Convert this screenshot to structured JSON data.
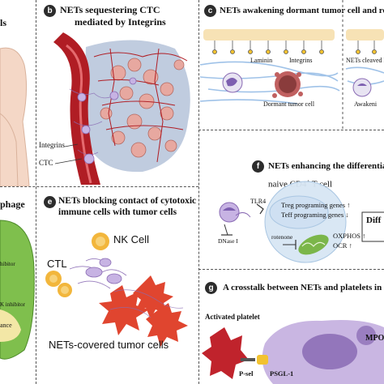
{
  "panels": {
    "a": {
      "title_fragment": "ls"
    },
    "b": {
      "badge": "b",
      "title_line1": "NETs sequestering CTC",
      "title_line2": "mediated by Integrins",
      "label_integrins": "Integrins",
      "label_ctc": "CTC"
    },
    "c": {
      "badge": "c",
      "title": "NETs awakening dormant tumor cell and res",
      "label_laminin": "Laminin",
      "label_integrins": "Integrins",
      "label_dormant": "Dormant tumor cell",
      "label_cleaved": "NETs cleaved L",
      "label_awakening": "Awakeni"
    },
    "d": {
      "title_fragment": "phage",
      "label_inhibitor_1": "hibitor",
      "label_inhibitor_2": "K inhibitor",
      "label_ance": "ance"
    },
    "e": {
      "badge": "e",
      "title_line1": "NETs blocking contact of cytotoxic",
      "title_line2": "immune cells with tumor cells",
      "label_nk": "NK Cell",
      "label_ctl": "CTL",
      "label_covered": "NETs-covered tumor cells"
    },
    "f": {
      "badge": "f",
      "title": "NETs enhancing the differentiation of naïve",
      "label_naive": "naive CD4",
      "label_naive_sup": "+",
      "label_naive_end": " T cell",
      "label_tlr4": "TLR4",
      "label_treg": "Treg  programing genes ↑",
      "label_teff": "Teff  programing genes ↓",
      "label_dnase": "DNase I",
      "label_rotenone": "rotenone",
      "label_oxphos": "OXPHOS ↑",
      "label_ocr": "OCR ↑",
      "label_diff": "Diff"
    },
    "g": {
      "badge": "g",
      "title": "A crosstalk between NETs and platelets in t",
      "label_activated": "Activated platelet",
      "label_psel": "P-sel",
      "label_psgl": "PSGL-1",
      "label_mpo": "MPO"
    }
  },
  "colors": {
    "vessel": "#b01d24",
    "tumor": "#b9c6dc",
    "nets": "#c7b3e3",
    "tumor_red": "#e0452f",
    "cell_yellow": "#f2b63c",
    "ecm_blue": "#9fc2e8",
    "green_cell": "#7fbf4d",
    "mito": "#7bb64a",
    "platelet": "#c0232c",
    "neutrophil": "#8a6bb4"
  }
}
